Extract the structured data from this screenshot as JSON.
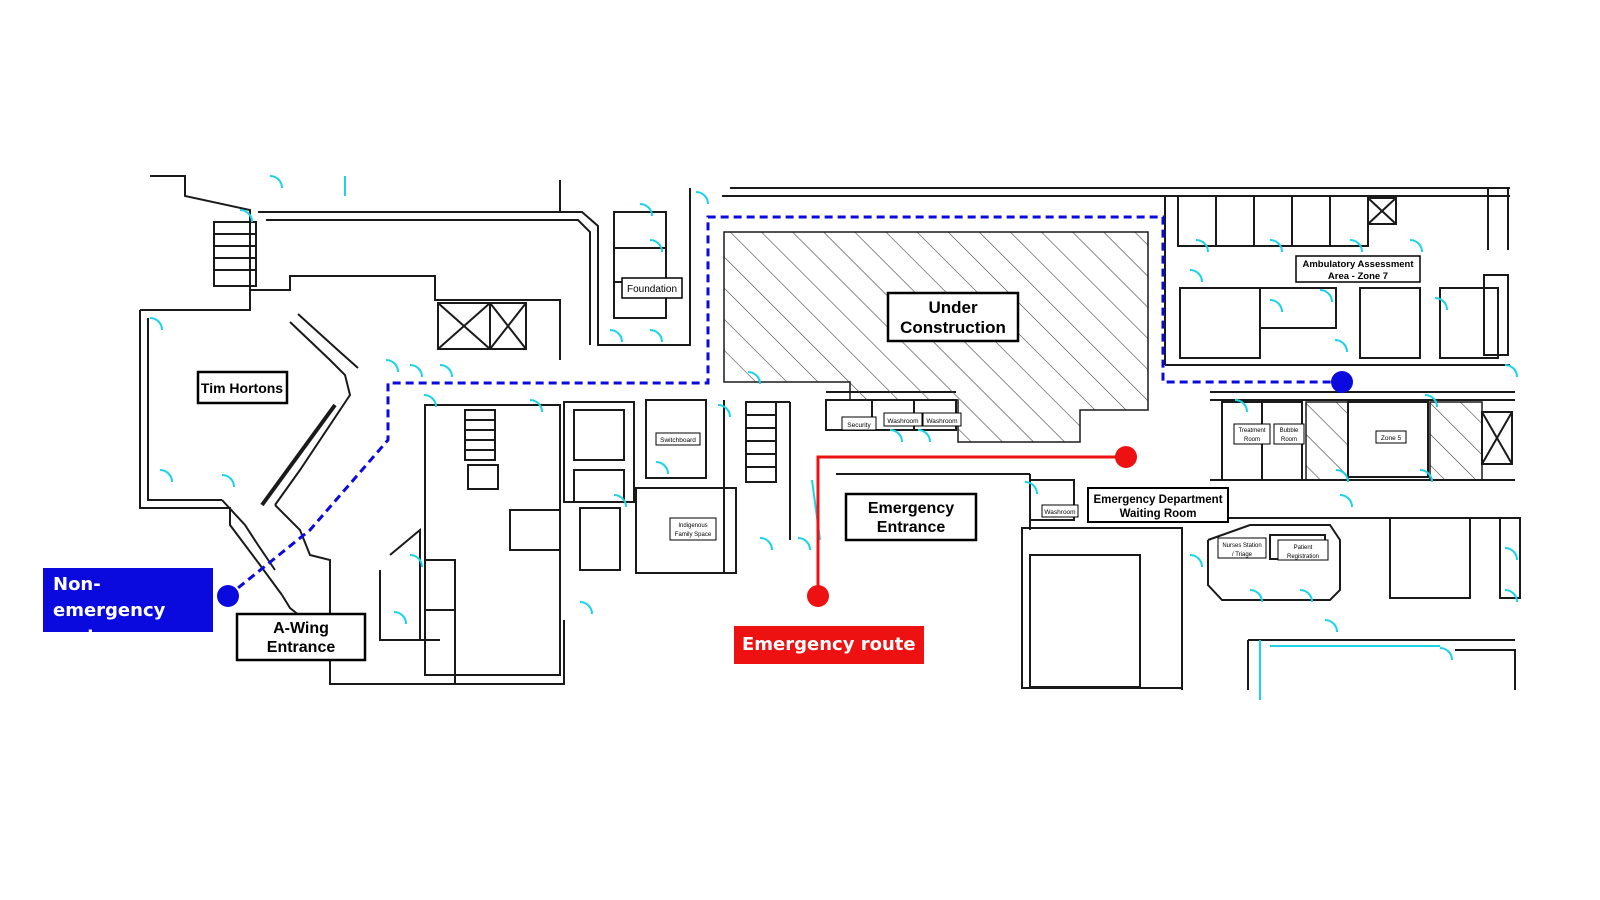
{
  "colors": {
    "non_emergency": "#0a0adf",
    "emergency": "#ee1111",
    "door": "#19d3e6",
    "walls": "#1a1a1a",
    "hatch": "#444444",
    "legend_text": "#ffffff"
  },
  "legend": {
    "non_emergency": "Non-emergency route",
    "emergency": "Emergency route"
  },
  "rooms": {
    "tim_hortons": "Tim Hortons",
    "foundation": "Foundation",
    "under_construction_1": "Under",
    "under_construction_2": "Construction",
    "a_wing_1": "A-Wing",
    "a_wing_2": "Entrance",
    "emergency_entrance_1": "Emergency",
    "emergency_entrance_2": "Entrance",
    "ed_waiting_1": "Emergency Department",
    "ed_waiting_2": "Waiting Room",
    "ambulatory_1": "Ambulatory Assessment",
    "ambulatory_2": "Area - Zone 7",
    "security": "Security",
    "washroom_a": "Washroom",
    "washroom_b": "Washroom",
    "washroom_c": "Washroom",
    "switchboard": "Switchboard",
    "indigenous_1": "Indigenous",
    "indigenous_2": "Family Space",
    "treatment_1": "Treatment",
    "treatment_2": "Room",
    "bubble_1": "Bubble",
    "bubble_2": "Room",
    "zone5": "Zone 5",
    "nurses_1": "Nurses Station",
    "nurses_2": "/ Triage",
    "registration_1": "Patient",
    "registration_2": "Registration"
  }
}
